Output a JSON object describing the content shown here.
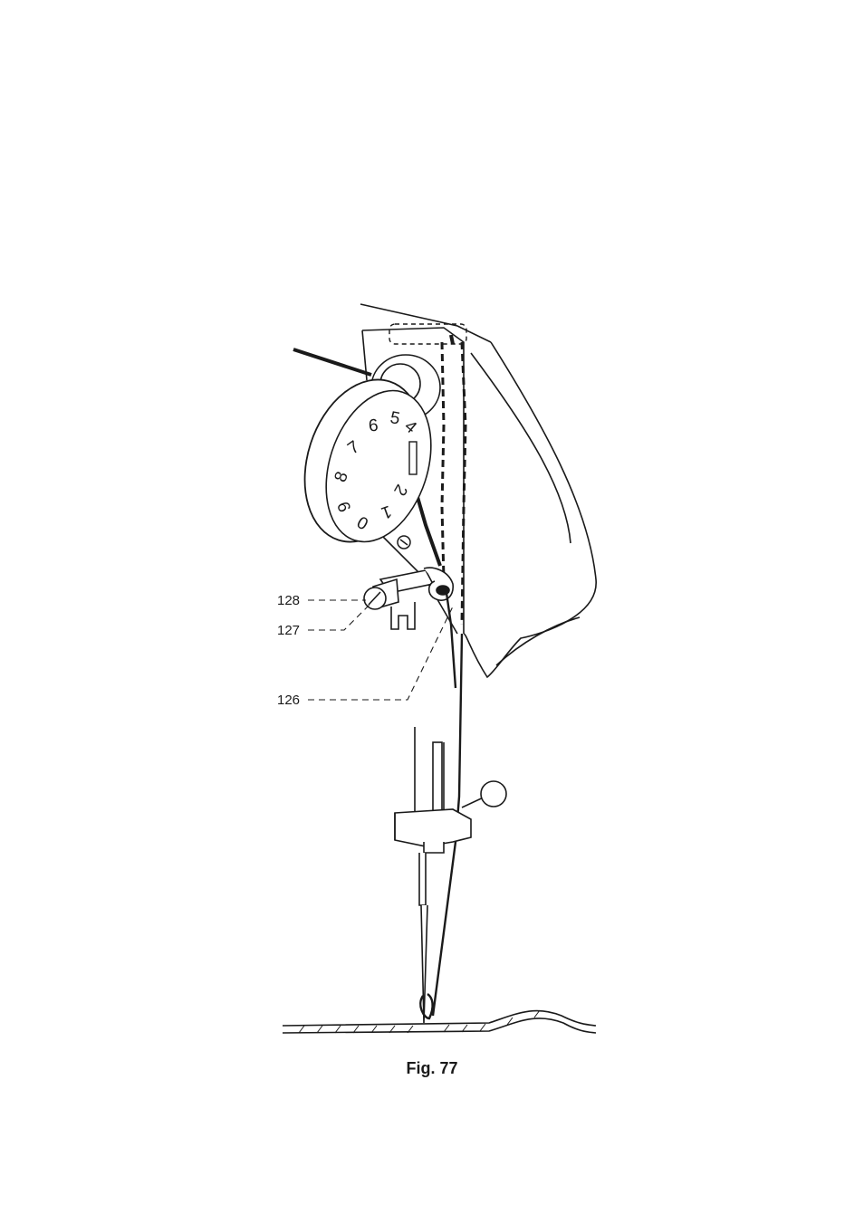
{
  "caption": "Fig. 77",
  "callouts": {
    "c128": "128",
    "c127": "127",
    "c126": "126"
  },
  "dial_numbers": {
    "n0": "0",
    "n1": "1",
    "n2": "2",
    "n4": "4",
    "n5": "5",
    "n6": "6",
    "n7": "7",
    "n8": "8",
    "n9": "9"
  },
  "colors": {
    "ink": "#1a1a1a",
    "paper": "#ffffff"
  }
}
